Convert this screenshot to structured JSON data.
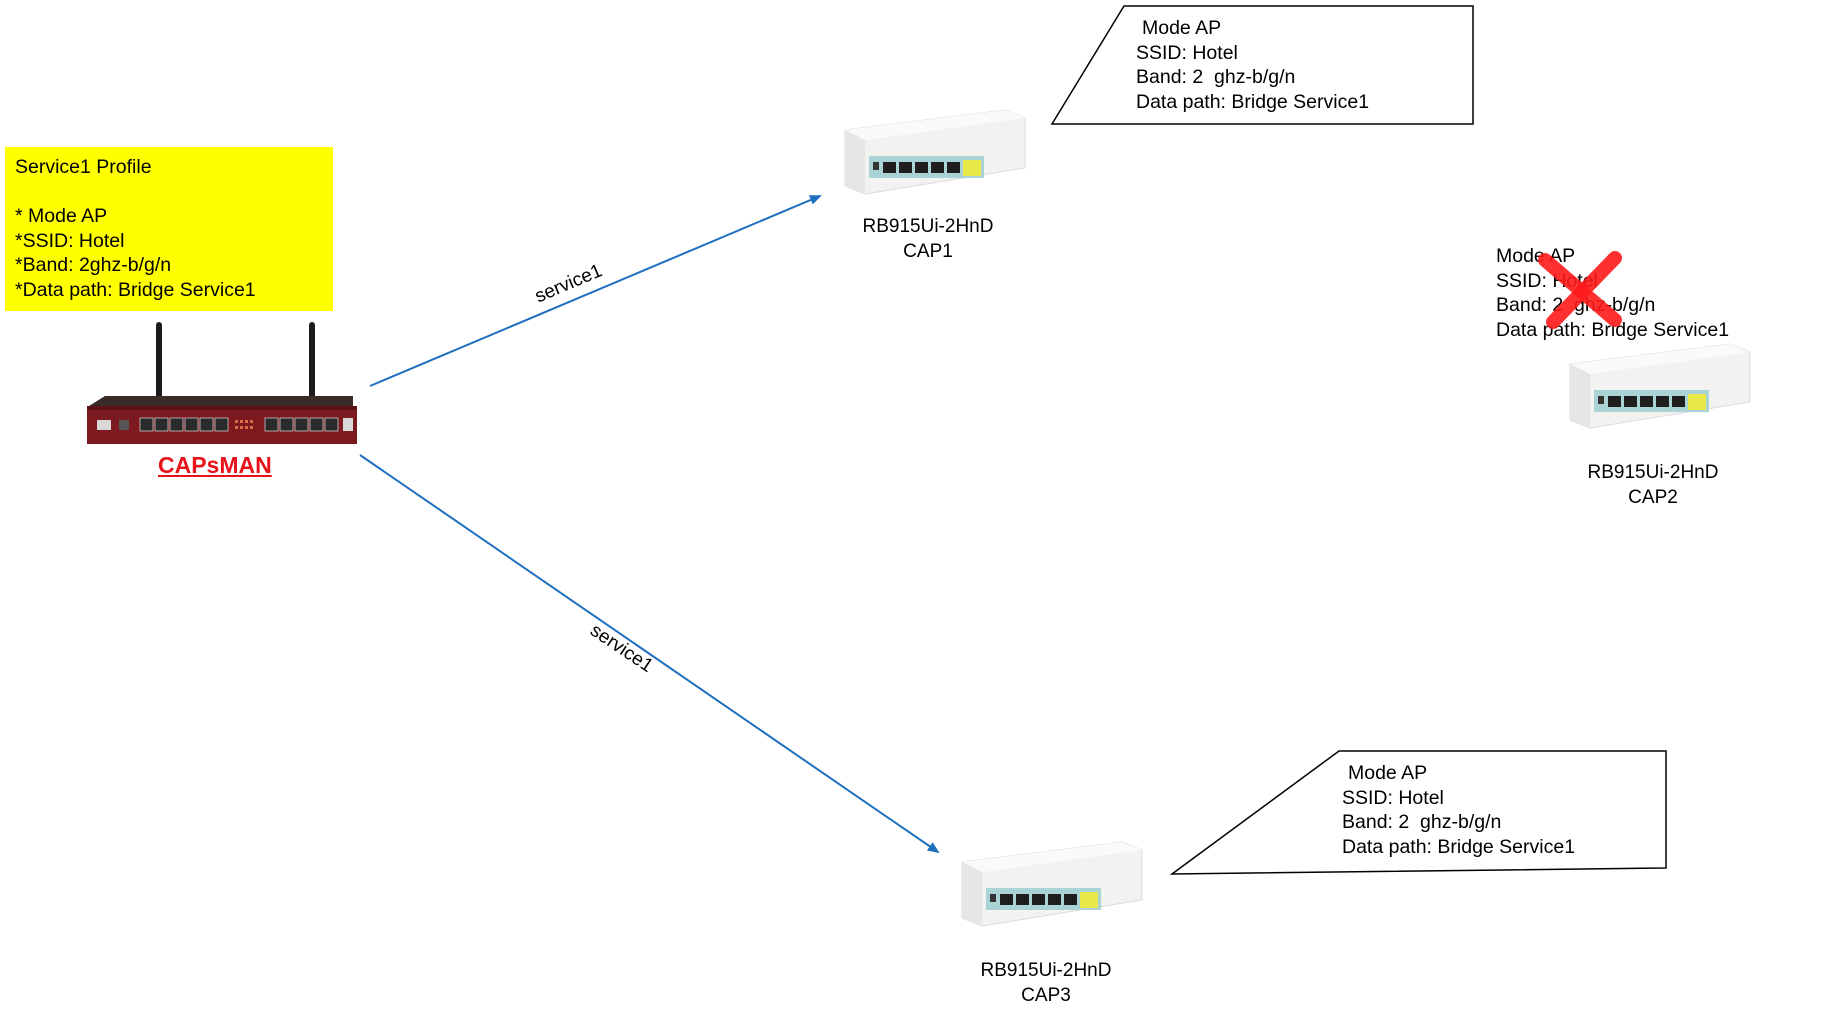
{
  "profile": {
    "title": "Service1 Profile",
    "lines": [
      "* Mode AP",
      "*SSID: Hotel",
      "*Band: 2ghz-b/g/n",
      "*Data path: Bridge Service1"
    ]
  },
  "capsman": {
    "label": "CAPsMAN"
  },
  "links": [
    {
      "label": "service1"
    },
    {
      "label": "service1"
    }
  ],
  "caps": [
    {
      "model": "RB915Ui-2HnD",
      "name": "CAP1",
      "config": [
        "Mode AP",
        "SSID: Hotel",
        "Band: 2  ghz-b/g/n",
        "Data path: Bridge Service1"
      ]
    },
    {
      "model": "RB915Ui-2HnD",
      "name": "CAP2",
      "config": [
        "Mode AP",
        "SSID: Hotel",
        "Band: 2  ghz-b/g/n",
        "Data path: Bridge Service1"
      ]
    },
    {
      "model": "RB915Ui-2HnD",
      "name": "CAP3",
      "config": [
        "Mode AP",
        "SSID: Hotel",
        "Band: 2  ghz-b/g/n",
        "Data path: Bridge Service1"
      ]
    }
  ],
  "colors": {
    "link": "#1e6fbf",
    "profile_bg": "#ffff00",
    "capsman_label": "#e8141c",
    "cross": "#ff1a1a"
  }
}
